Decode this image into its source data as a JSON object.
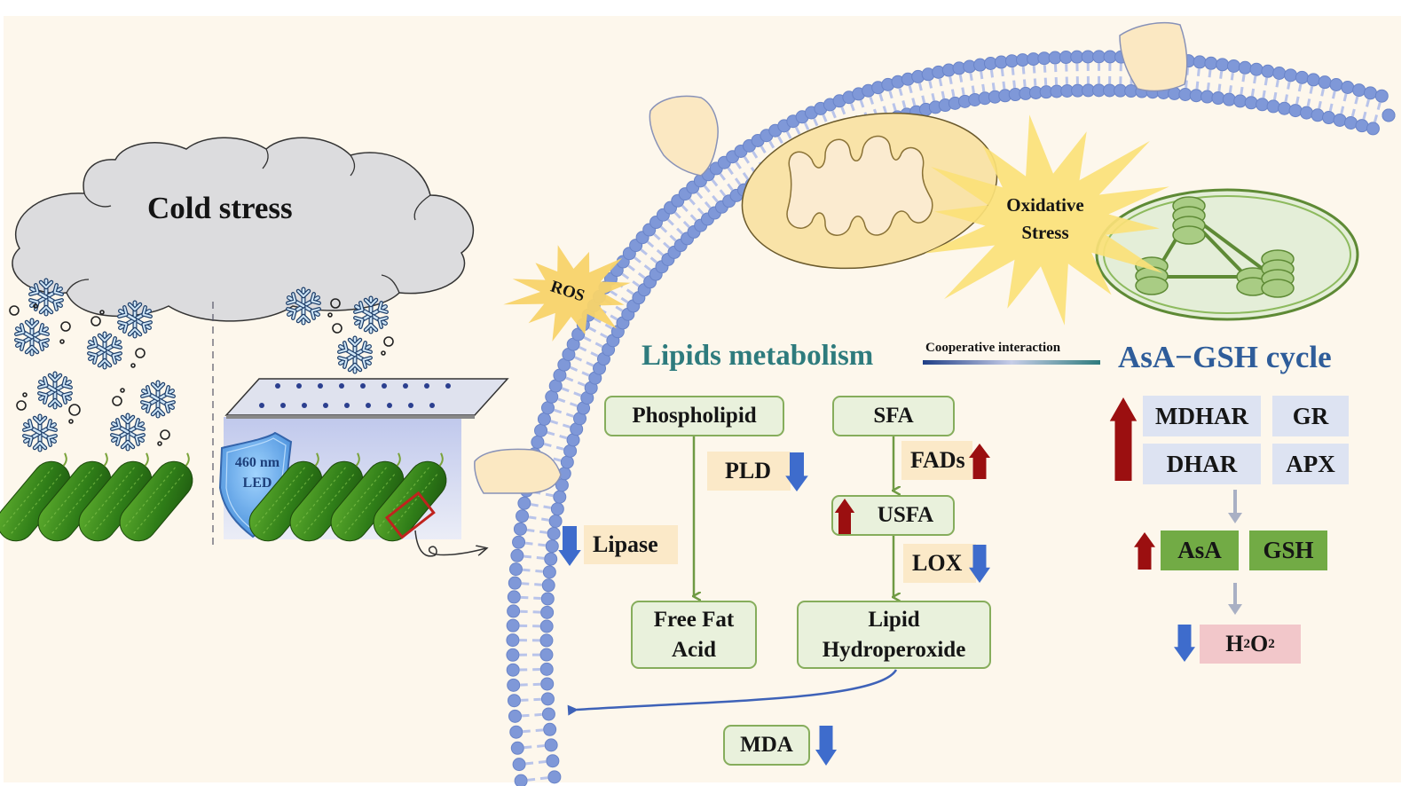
{
  "cold_stress": {
    "label": "Cold stress"
  },
  "led_shield": {
    "line1": "460 nm",
    "line2": "LED"
  },
  "membrane": {
    "ros_label": "ROS",
    "oxidative_stress_line1": "Oxidative",
    "oxidative_stress_line2": "Stress"
  },
  "headings": {
    "lipids_metabolism": "Lipids metabolism",
    "cooperative_interaction": "Cooperative interaction",
    "asa_gsh_cycle": "AsA−GSH cycle"
  },
  "lipid_pathway": {
    "phospholipid": "Phospholipid",
    "free_fat_acid_line1": "Free Fat",
    "free_fat_acid_line2": "Acid",
    "sfa": "SFA",
    "usfa": "USFA",
    "lipid_hydroperoxide_line1": "Lipid",
    "lipid_hydroperoxide_line2": "Hydroperoxide",
    "mda": "MDA",
    "enzymes": {
      "pld": {
        "label": "PLD",
        "trend": "down"
      },
      "lipase": {
        "label": "Lipase",
        "trend": "down"
      },
      "fads": {
        "label": "FADs",
        "trend": "up"
      },
      "lox": {
        "label": "LOX",
        "trend": "down"
      }
    },
    "usfa_trend": "up",
    "mda_trend": "down"
  },
  "asa_gsh": {
    "enzymes": [
      "MDHAR",
      "GR",
      "DHAR",
      "APX"
    ],
    "enzymes_trend": "up",
    "antioxidants": [
      "AsA",
      "GSH"
    ],
    "asa_trend": "up",
    "h2o2_main": "H",
    "h2o2_sub1": "2",
    "h2o2_mid": "O",
    "h2o2_sub2": "2",
    "h2o2_trend": "down"
  },
  "colors": {
    "up_arrow": "#9b0f10",
    "down_arrow": "#3e6ccc",
    "lipid_heading": "#2e7b7d",
    "asa_heading": "#2f5d9a",
    "membrane_head": "#7f98d8",
    "green_box_border": "#86ad5c"
  }
}
